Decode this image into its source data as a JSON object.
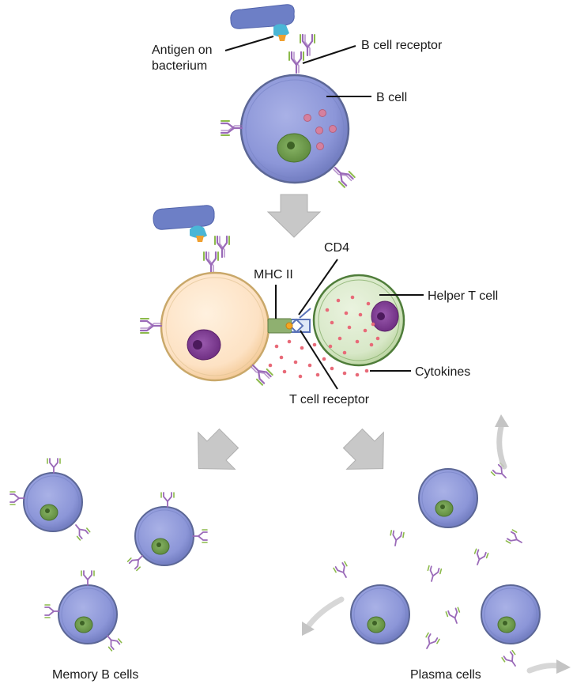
{
  "labels": {
    "antigen_line1": "Antigen on",
    "antigen_line2": "bacterium",
    "b_cell_receptor": "B cell receptor",
    "b_cell": "B cell",
    "mhc_ii": "MHC II",
    "cd4": "CD4",
    "helper_t_cell": "Helper T cell",
    "cytokines": "Cytokines",
    "t_cell_receptor": "T cell receptor",
    "memory_b_cells": "Memory B cells",
    "plasma_cells": "Plasma cells"
  },
  "colors": {
    "b_cell_fill": "#8c96d8",
    "b_cell_outline": "#5c6796",
    "nucleus_green": "#6f9a4e",
    "activated_b_cell": "#fde2c4",
    "activated_outline": "#c9a86a",
    "nucleus_purple": "#7a3a8e",
    "helper_t_fill": "#d8e8c8",
    "helper_t_outline": "#4f7d3a",
    "antibody_purple": "#9a6ab8",
    "antibody_green": "#8cba4a",
    "cytokine_dot": "#e86a78",
    "arrow_gray": "#c8c8c8",
    "bacterium": "#6d7fc6"
  }
}
